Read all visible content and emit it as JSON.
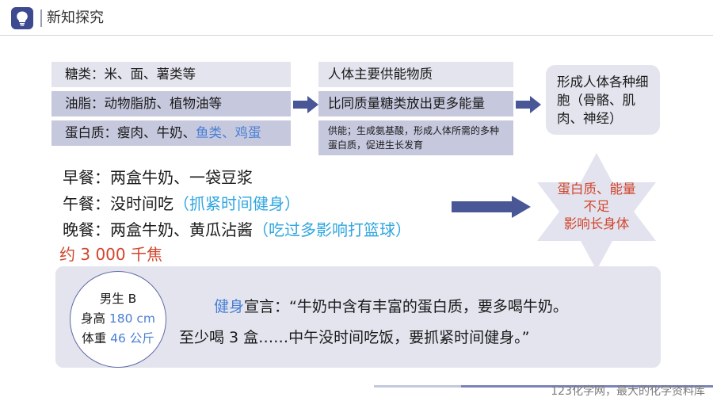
{
  "header": {
    "title": "新知探究",
    "icon": "lightbulb-icon"
  },
  "food_sources": [
    {
      "label": "糖类：",
      "items": "米、面、薯类等",
      "items_highlight": ""
    },
    {
      "label": "油脂：",
      "items": "动物脂肪、植物油等",
      "items_highlight": ""
    },
    {
      "label": "蛋白质：",
      "items": "瘦肉、牛奶、",
      "items_highlight": "鱼类、鸡蛋"
    }
  ],
  "functions": [
    "人体主要供能物质",
    "比同质量糖类放出更多能量"
  ],
  "protein_function": "供能；生成氨基酸，形成人体所需的多种蛋白质，促进生长发育",
  "cell_box": "形成人体各种细胞（骨骼、肌肉、神经）",
  "meals": [
    {
      "text": "早餐：两盒牛奶、一袋豆浆",
      "note": ""
    },
    {
      "text": "午餐：没时间吃",
      "note": "（抓紧时间健身）"
    },
    {
      "text": "晚餐：两盒牛奶、黄瓜沾酱",
      "note": "（吃过多影响打篮球）"
    }
  ],
  "energy_total": "约 3 000 千焦",
  "star": {
    "line1": "蛋白质、能量",
    "line2": "不足",
    "line3": "影响长身体"
  },
  "person": {
    "name": "男生 B",
    "height_label": "身高 ",
    "height_value": "180 cm",
    "weight_label": "体重 ",
    "weight_value": "46 公斤"
  },
  "declaration": {
    "highlight": "健身",
    "line1_rest": "宣言：“牛奶中含有丰富的蛋白质，要多喝牛奶。",
    "line2": "至少喝 3 盒……中午没时间吃饭，要抓紧时间健身。”"
  },
  "footer": {
    "watermark": "123化学网，最大的化学资料库"
  },
  "colors": {
    "accent": "#3d4a8f",
    "arrow": "#4a5797",
    "highlight_blue": "#4a7fd4",
    "note_blue": "#2fa6e0",
    "warning_red": "#d2452c"
  }
}
